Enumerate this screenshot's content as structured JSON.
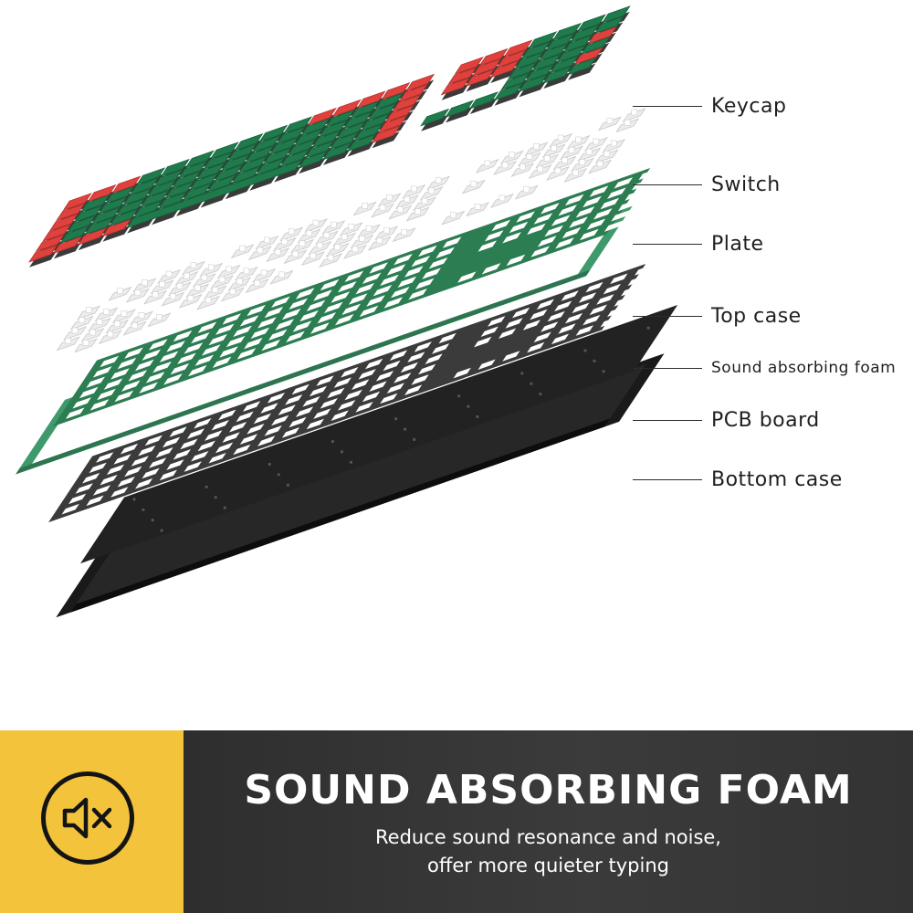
{
  "diagram": {
    "colors": {
      "keycap_green": "#1f7a4c",
      "keycap_red": "#e0413c",
      "switch_white": "#ececec",
      "plate_green": "#2d7d52",
      "top_case_green": "#3e9a6c",
      "foam_dark": "#3b3b3b",
      "pcb_dark": "#222222",
      "bottom_case_black": "#1a1a1a"
    },
    "layers": [
      {
        "id": "keycap",
        "label": "Keycap"
      },
      {
        "id": "switch",
        "label": "Switch"
      },
      {
        "id": "plate",
        "label": "Plate"
      },
      {
        "id": "top-case",
        "label": "Top case"
      },
      {
        "id": "sound-absorbing-foam",
        "label": "Sound absorbing foam"
      },
      {
        "id": "pcb-board",
        "label": "PCB board"
      },
      {
        "id": "bottom-case",
        "label": "Bottom case"
      }
    ]
  },
  "banner": {
    "icon": "speaker-muted-icon",
    "accent_color": "#f3c33c",
    "headline": "SOUND ABSORBING FOAM",
    "subtext_line1": "Reduce sound resonance and noise,",
    "subtext_line2": "offer more quieter typing"
  }
}
